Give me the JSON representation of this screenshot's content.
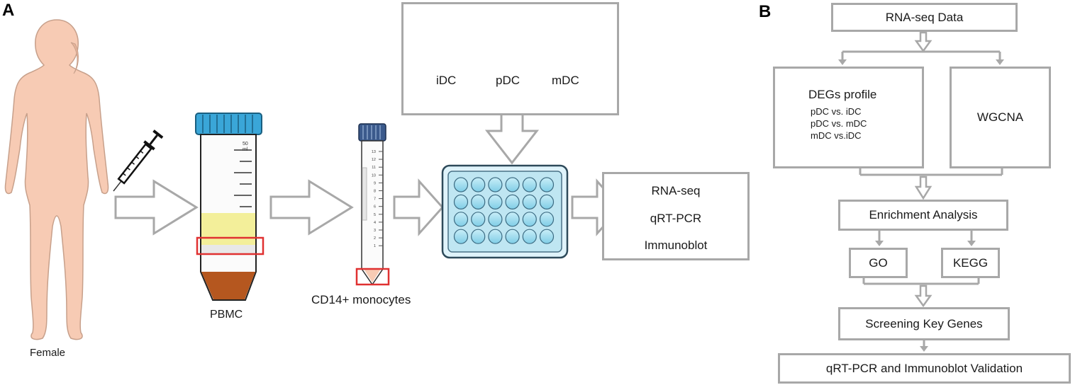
{
  "panel_a": {
    "letter": "A",
    "female_label": "Female",
    "pbmc_label": "PBMC",
    "monocytes_label": "CD14+ monocytes",
    "dc_types": [
      "iDC",
      "pDC",
      "mDC"
    ],
    "assays": [
      "RNA-seq",
      "qRT-PCR",
      "Immunoblot"
    ],
    "tube_small_ticks": [
      "13",
      "12",
      "11",
      "10",
      "9",
      "8",
      "7",
      "6",
      "5",
      "4",
      "3",
      "2",
      "1"
    ],
    "tube_large_unit": "50\nml"
  },
  "panel_b": {
    "letter": "B",
    "rna_seq_data": "RNA-seq Data",
    "degs_title": "DEGs profile",
    "degs_items": [
      "pDC vs. iDC",
      "pDC vs. mDC",
      "mDC vs.iDC"
    ],
    "wgcna": "WGCNA",
    "enrichment": "Enrichment Analysis",
    "go": "GO",
    "kegg": "KEGG",
    "screening": "Screening Key Genes",
    "validation": "qRT-PCR and Immunoblot Validation"
  },
  "colors": {
    "box_border": "#a8a8a8",
    "skin": "#f7cbb4",
    "skin_outline": "#c7a08b",
    "cap_blue": "#3aa6d8",
    "plasma_yellow": "#f3ef9a",
    "pellet_brown": "#b5571f",
    "highlight_red": "#e03131",
    "plate_blue": "#9fdcef",
    "idc_green": "#5fc46a",
    "pdc_blue": "#4e69b8",
    "mdc_orange": "#f0894a"
  }
}
